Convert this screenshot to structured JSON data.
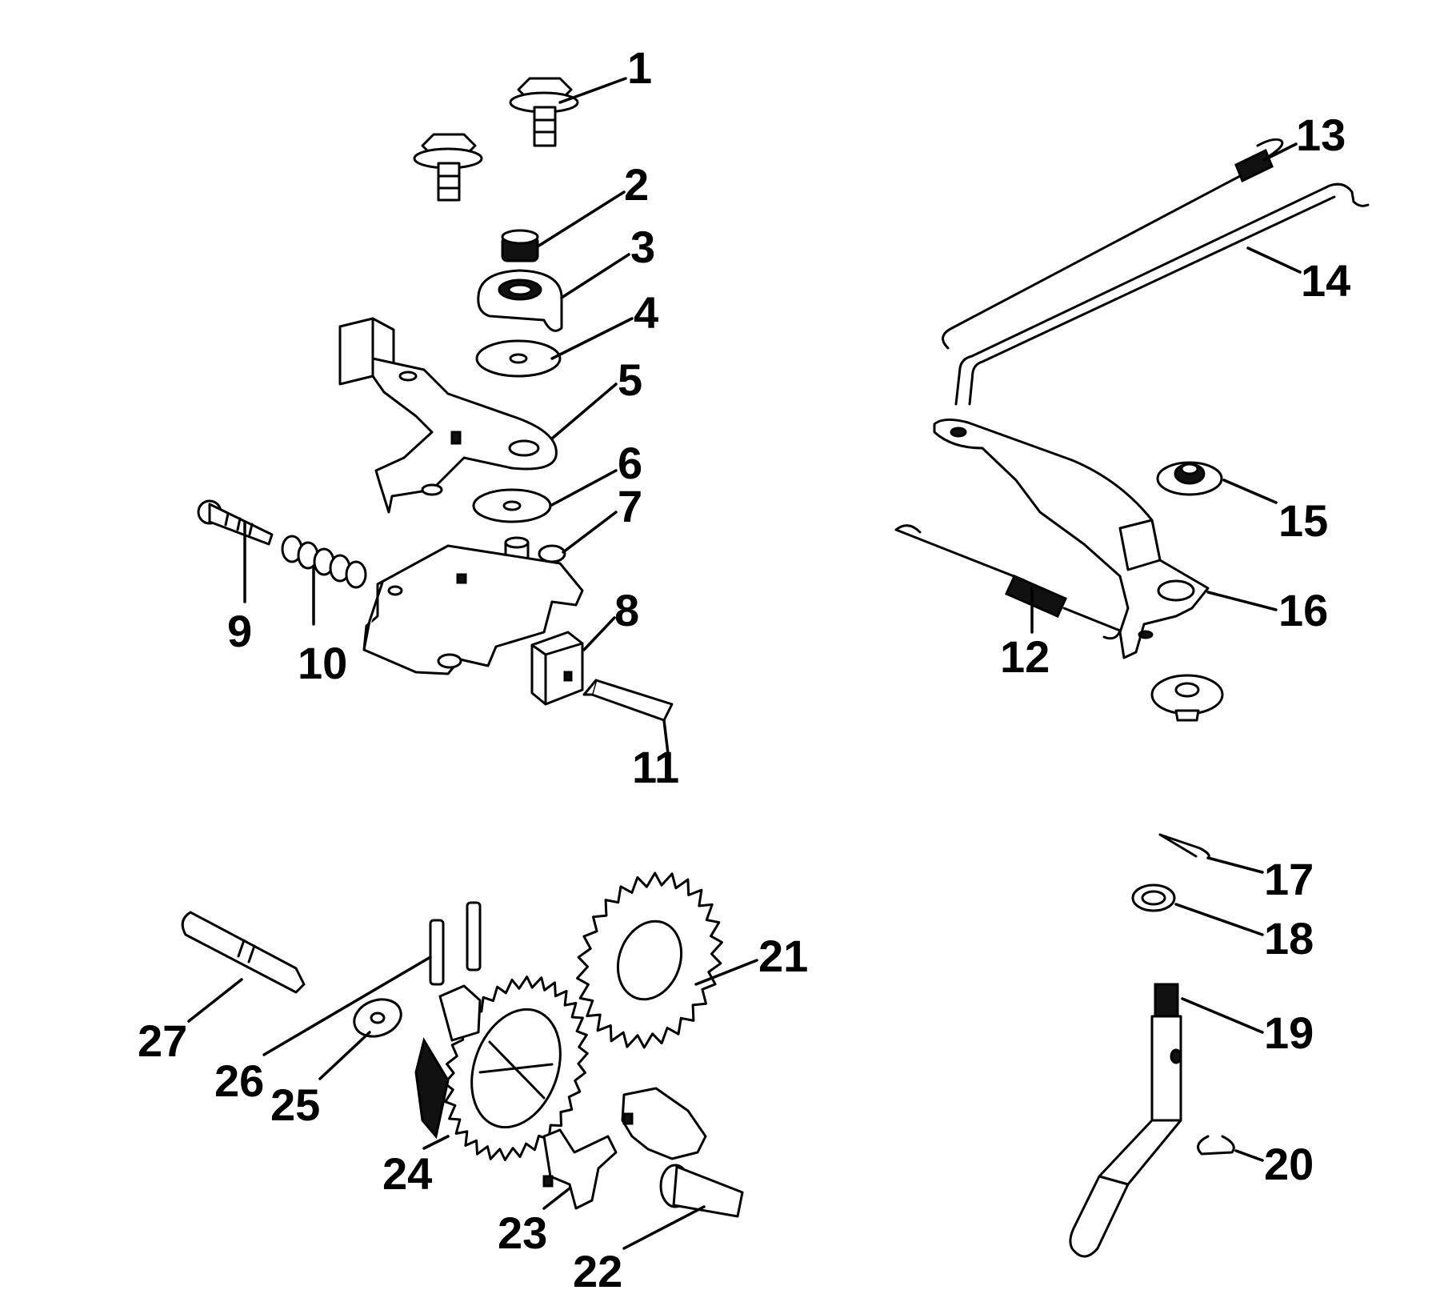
{
  "callouts": {
    "c1": "1",
    "c2": "2",
    "c3": "3",
    "c4": "4",
    "c5": "5",
    "c6": "6",
    "c7": "7",
    "c8": "8",
    "c9": "9",
    "c10": "10",
    "c11": "11",
    "c12": "12",
    "c13": "13",
    "c14": "14",
    "c15": "15",
    "c16": "16",
    "c17": "17",
    "c18": "18",
    "c19": "19",
    "c20": "20",
    "c21": "21",
    "c22": "22",
    "c23": "23",
    "c24": "24",
    "c25": "25",
    "c26": "26",
    "c27": "27"
  },
  "colors": {
    "line": "#000000",
    "background": "#ffffff"
  }
}
